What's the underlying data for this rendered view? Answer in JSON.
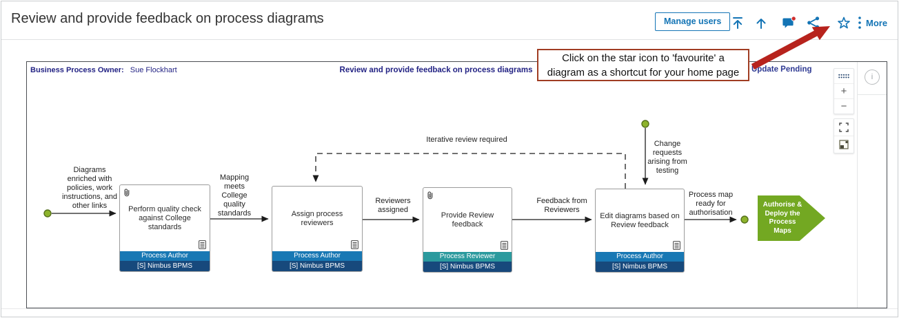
{
  "page_title": "Review and provide feedback on process diagrams",
  "toolbar": {
    "manage_users_label": "Manage users",
    "more_label": "More",
    "icon_names": [
      "move-to-top-icon",
      "move-up-icon",
      "comments-icon",
      "share-icon",
      "favourite-star-icon",
      "more-kebab-icon"
    ],
    "accent_color": "#1374b5",
    "badge_color": "#cf2e2e"
  },
  "annotation": {
    "callout_text": "Click on the star icon to 'favourite' a\ndiagram as a shortcut for your home page",
    "border_color": "#a03c22",
    "arrow_color": "#b7231d"
  },
  "map": {
    "owner_label": "Business Process Owner:",
    "owner_name": "Sue Flockhart",
    "title": "Review and provide feedback on process diagrams",
    "status": "Update Pending",
    "header_text_color": "#232384",
    "boxes": [
      {
        "title": "Perform quality check\nagainst College standards",
        "role": "Process Author",
        "resource": "[S] Nimbus BPMS",
        "attachment": true
      },
      {
        "title": "Assign process reviewers",
        "role": "Process Author",
        "resource": "[S] Nimbus BPMS",
        "attachment": false
      },
      {
        "title": "Provide Review feedback",
        "role": "Process Reviewer",
        "resource": "[S] Nimbus BPMS",
        "attachment": true
      },
      {
        "title": "Edit diagrams based on\nReview feedback",
        "role": "Process Author",
        "resource": "[S] Nimbus BPMS",
        "attachment": false
      }
    ],
    "flow_labels": {
      "input": "Diagrams\nenriched with\npolicies, work\ninstructions, and\nother links",
      "quality": "Mapping\nmeets\nCollege\nquality\nstandards",
      "reviewers_assigned": "Reviewers\nassigned",
      "feedback": "Feedback from\nReviewers",
      "iterative": "Iterative review required",
      "change_requests": "Change\nrequests\narising from\ntesting",
      "ready": "Process map\nready for\nauthorisation"
    },
    "end_shape_label": "Authorise &\nDeploy the\nProcess\nMaps",
    "colors": {
      "role_author_bar": "#1878b4",
      "role_reviewer_bar": "#2b9a9e",
      "resource_bar": "#17497c",
      "end_shape_green": "#73a822",
      "node_dot_green": "#8db32c",
      "connector": "#1c1c1c"
    }
  },
  "zoom_controls": {
    "zoom_in": "+",
    "zoom_out": "−"
  },
  "info_icon_glyph": "i"
}
